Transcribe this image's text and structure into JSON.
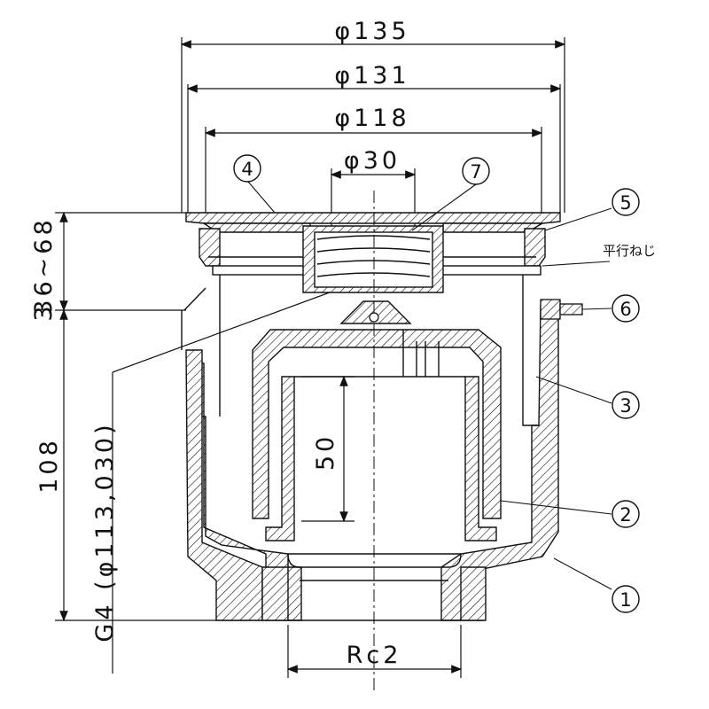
{
  "dimensions": {
    "dia_outer": "φ135",
    "dia_rim": "φ131",
    "dia_cover": "φ118",
    "dia_trap": "φ30",
    "height_adjust": "36~68",
    "height_small": "3",
    "height_body": "108",
    "pipe_thread": "G4 (φ113,030)",
    "depth_trap": "50",
    "outlet_thread": "Rc2"
  },
  "callouts": [
    "1",
    "2",
    "3",
    "4",
    "5",
    "6",
    "7"
  ],
  "annotations": {
    "parallel_thread": "平行ねじ"
  },
  "colors": {
    "line": "#111111",
    "hatch": "#111111",
    "background": "#ffffff"
  }
}
